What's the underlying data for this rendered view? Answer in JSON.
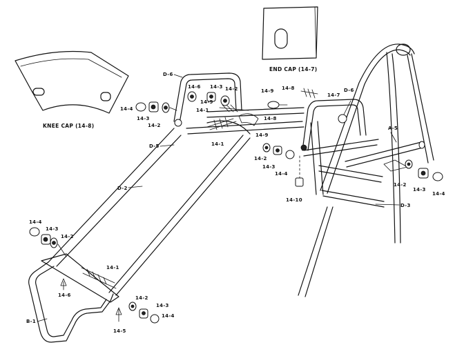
{
  "labels": {
    "d6_left": "D-6",
    "d6_right": "D-6",
    "d5": "D-5",
    "d2": "D-2",
    "d3": "D-3",
    "a5": "A-5",
    "b1": "B-1",
    "end_cap": "END CAP (14-7)",
    "knee_cap": "KNEE CAP (14-8)",
    "p14_6_top": "14-6",
    "p14_3_top": "14-3",
    "p14_2_top": "14-2",
    "p14_9_top": "14-9",
    "p14_8_top": "14-8",
    "p14_7_top": "14-7",
    "p14_4_left": "14-4",
    "p14_3_left": "14-3",
    "p14_2_left": "14-2",
    "p14_9_mid": "14-9",
    "p14_1_mid": "14-1",
    "p14_8_mid": "14-8",
    "p14_9_low": "14-9",
    "p14_1_low": "14-1",
    "p14_2_mid": "14-2",
    "p14_3_mid": "14-3",
    "p14_4_mid": "14-4",
    "p14_10": "14-10",
    "p14_2_right": "14-2",
    "p14_3_right": "14-3",
    "p14_4_right": "14-4",
    "p14_4_bl": "14-4",
    "p14_3_bl": "14-3",
    "p14_2_bl": "14-2",
    "p14_1_bottom": "14-1",
    "p14_6_bottom": "14-6",
    "p14_5_bottom": "14-5",
    "p14_2_bottom": "14-2",
    "p14_3_bottom": "14-3",
    "p14_4_bottom": "14-4"
  }
}
